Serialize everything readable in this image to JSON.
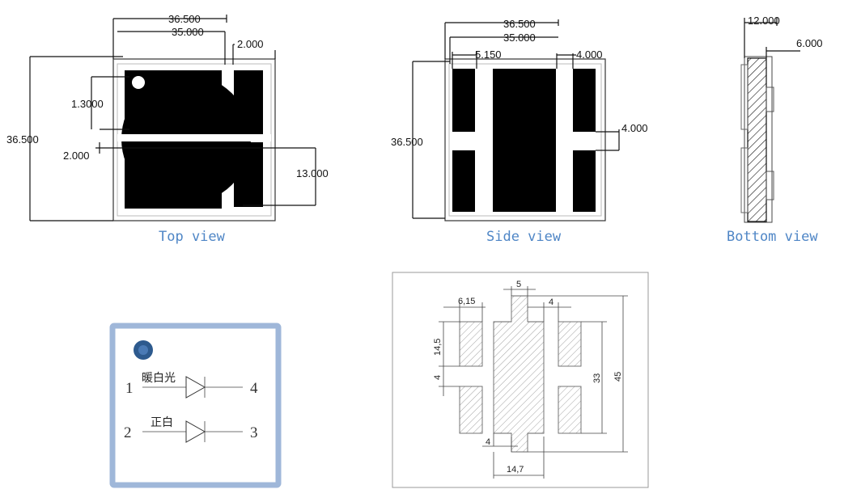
{
  "top_view": {
    "caption": "Top view",
    "dims": {
      "width_outer": "36.500",
      "width_inner": "35.000",
      "right_gap": "2.000",
      "height_outer": "36.500",
      "hole_offset": "1.3000",
      "split_gap": "2.000",
      "pad_height": "13.000"
    }
  },
  "side_view": {
    "caption": "Side view",
    "dims": {
      "width_outer": "36.500",
      "width_inner": "35.000",
      "left_pad": "5.150",
      "right_pad": "4.000",
      "height_outer": "36.500",
      "gap": "4.000"
    }
  },
  "bottom_view": {
    "caption": "Bottom view",
    "dims": {
      "thickness": "12.000",
      "lens": "6.000"
    }
  },
  "schematic": {
    "rows": [
      {
        "pin_left": "1",
        "pin_right": "4",
        "label": "暖白光"
      },
      {
        "pin_left": "2",
        "pin_right": "3",
        "label": "正白"
      }
    ],
    "colors": {
      "frame": "#9fb7d9",
      "dot": "#2d5a8e"
    }
  },
  "footprint": {
    "dims": {
      "left_pad": "6,15",
      "center_top": "5",
      "right_gap": "4",
      "pad_h": "14,5",
      "gap_left": "4",
      "gap_bottom": "4",
      "center_bottom": "14,7",
      "inner_h": "33",
      "total_h": "45"
    }
  }
}
